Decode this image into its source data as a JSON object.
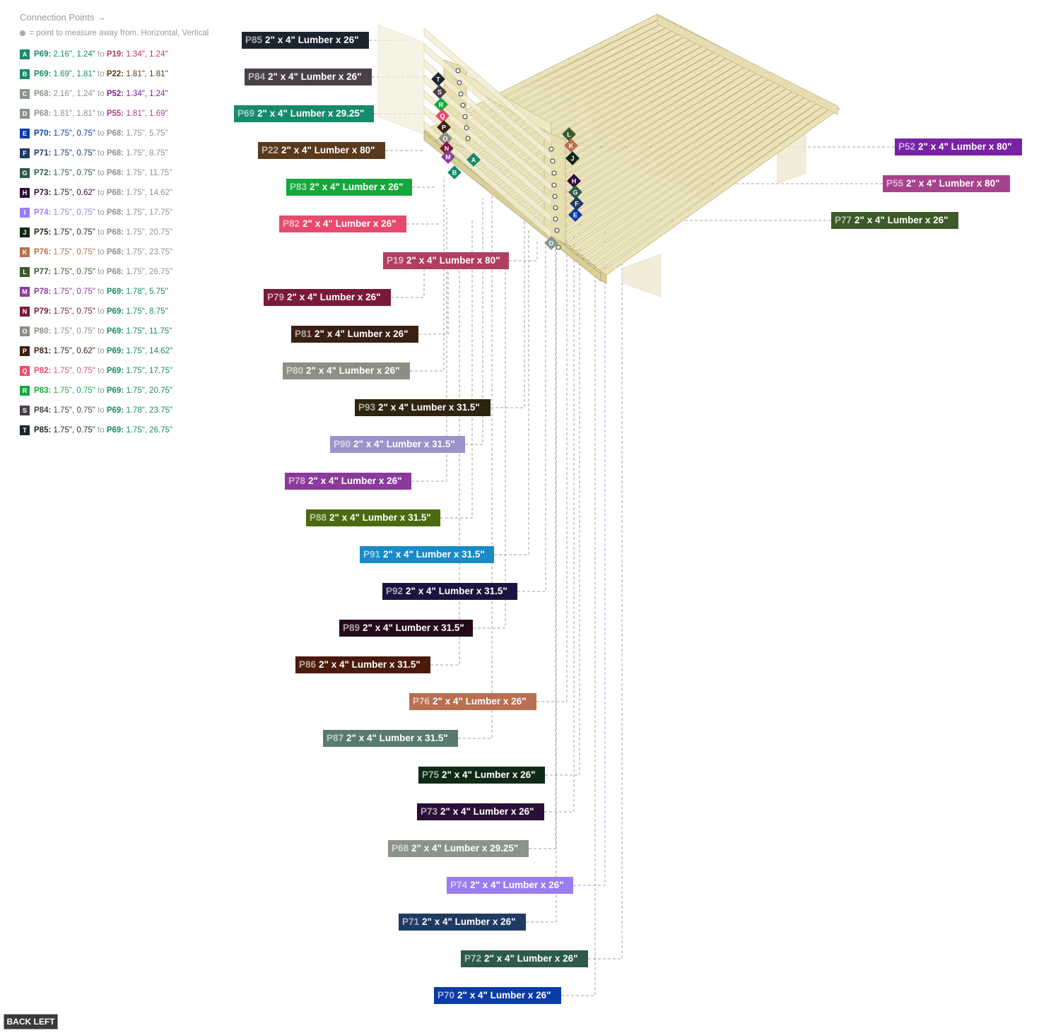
{
  "connection_points": {
    "title": "Connection Points →",
    "legend_text": " = point to measure away from. Horizontal, Vertical",
    "to_word": "to",
    "items": [
      {
        "letter": "A",
        "color": "#178a6b",
        "from_id": "P69:",
        "from_val": "2.16\", 1.24\"",
        "from_color": "#178a6b",
        "to_id": "P19:",
        "to_val": "1.34\", 1.24\"",
        "to_color": "#b03e60"
      },
      {
        "letter": "B",
        "color": "#178a6b",
        "from_id": "P69:",
        "from_val": "1.69\", 1.81\"",
        "from_color": "#178a6b",
        "to_id": "P22:",
        "to_val": "1.81\", 1.81\"",
        "to_color": "#5a3a1c"
      },
      {
        "letter": "C",
        "color": "#8a948a",
        "from_id": "P68:",
        "from_val": "2.16\", 1.24\"",
        "from_color": "#8a948a",
        "to_id": "P52:",
        "to_val": "1.34\", 1.24\"",
        "to_color": "#7a22a6"
      },
      {
        "letter": "D",
        "color": "#8a948a",
        "from_id": "P68:",
        "from_val": "1.81\", 1.81\"",
        "from_color": "#8a948a",
        "to_id": "P55:",
        "to_val": "1.81\", 1.69\"",
        "to_color": "#a8428e"
      },
      {
        "letter": "E",
        "color": "#0a3ca8",
        "from_id": "P70:",
        "from_val": "1.75\", 0.75\"",
        "from_color": "#0a3ca8",
        "to_id": "P68:",
        "to_val": "1.75\", 5.75\"",
        "to_color": "#8a948a"
      },
      {
        "letter": "F",
        "color": "#1f3a63",
        "from_id": "P71:",
        "from_val": "1.75\", 0.75\"",
        "from_color": "#1f3a63",
        "to_id": "P68:",
        "to_val": "1.75\", 8.75\"",
        "to_color": "#8a948a"
      },
      {
        "letter": "G",
        "color": "#2d5a4a",
        "from_id": "P72:",
        "from_val": "1.75\", 0.75\"",
        "from_color": "#2d5a4a",
        "to_id": "P68:",
        "to_val": "1.75\", 11.75\"",
        "to_color": "#8a948a"
      },
      {
        "letter": "H",
        "color": "#2a0f36",
        "from_id": "P73:",
        "from_val": "1.75\", 0.62\"",
        "from_color": "#2a0f36",
        "to_id": "P68:",
        "to_val": "1.75\", 14.62\"",
        "to_color": "#8a948a"
      },
      {
        "letter": "I",
        "color": "#9a7ef0",
        "from_id": "P74:",
        "from_val": "1.75\", 0.75\"",
        "from_color": "#9a7ef0",
        "to_id": "P68:",
        "to_val": "1.75\", 17.75\"",
        "to_color": "#8a948a"
      },
      {
        "letter": "J",
        "color": "#0f2a14",
        "from_id": "P75:",
        "from_val": "1.75\", 0.75\"",
        "from_color": "#0f2a14",
        "to_id": "P68:",
        "to_val": "1.75\", 20.75\"",
        "to_color": "#8a948a"
      },
      {
        "letter": "K",
        "color": "#b87050",
        "from_id": "P76:",
        "from_val": "1.75\", 0.75\"",
        "from_color": "#b87050",
        "to_id": "P68:",
        "to_val": "1.75\", 23.75\"",
        "to_color": "#8a948a"
      },
      {
        "letter": "L",
        "color": "#3d5a2a",
        "from_id": "P77:",
        "from_val": "1.75\", 0.75\"",
        "from_color": "#3d5a2a",
        "to_id": "P68:",
        "to_val": "1.75\", 26.75\"",
        "to_color": "#8a948a"
      },
      {
        "letter": "M",
        "color": "#8a3a9a",
        "from_id": "P78:",
        "from_val": "1.75\", 0.75\"",
        "from_color": "#8a3a9a",
        "to_id": "P69:",
        "to_val": "1.78\", 5.75\"",
        "to_color": "#178a6b"
      },
      {
        "letter": "N",
        "color": "#7a1a3a",
        "from_id": "P79:",
        "from_val": "1.75\", 0.75\"",
        "from_color": "#7a1a3a",
        "to_id": "P69:",
        "to_val": "1.75\", 8.75\"",
        "to_color": "#178a6b"
      },
      {
        "letter": "O",
        "color": "#8e8e86",
        "from_id": "P80:",
        "from_val": "1.75\", 0.75\"",
        "from_color": "#8e8e86",
        "to_id": "P69:",
        "to_val": "1.75\", 11.75\"",
        "to_color": "#178a6b"
      },
      {
        "letter": "P",
        "color": "#3a1f14",
        "from_id": "P81:",
        "from_val": "1.75\", 0.62\"",
        "from_color": "#3a1f14",
        "to_id": "P69:",
        "to_val": "1.75\", 14.62\"",
        "to_color": "#178a6b"
      },
      {
        "letter": "Q",
        "color": "#e84a6e",
        "from_id": "P82:",
        "from_val": "1.75\", 0.75\"",
        "from_color": "#e84a6e",
        "to_id": "P69:",
        "to_val": "1.75\", 17.75\"",
        "to_color": "#178a6b"
      },
      {
        "letter": "R",
        "color": "#14a83c",
        "from_id": "P83:",
        "from_val": "1.75\", 0.75\"",
        "from_color": "#14a83c",
        "to_id": "P69:",
        "to_val": "1.75\", 20.75\"",
        "to_color": "#178a6b"
      },
      {
        "letter": "S",
        "color": "#4a4048",
        "from_id": "P84:",
        "from_val": "1.75\", 0.75\"",
        "from_color": "#4a4048",
        "to_id": "P69:",
        "to_val": "1.78\", 23.75\"",
        "to_color": "#178a6b"
      },
      {
        "letter": "T",
        "color": "#1a2530",
        "from_id": "P85:",
        "from_val": "1.75\", 0.75\"",
        "from_color": "#1a2530",
        "to_id": "P69:",
        "to_val": "1.75\", 26.75\"",
        "to_color": "#178a6b"
      }
    ]
  },
  "parts": [
    {
      "id": "P85",
      "desc": "2\" x 4\" Lumber  x 26\"",
      "color": "#1a2530"
    },
    {
      "id": "P84",
      "desc": "2\" x 4\" Lumber  x 26\"",
      "color": "#4a4048"
    },
    {
      "id": "P69",
      "desc": "2\" x 4\" Lumber  x 29.25\"",
      "color": "#178a6b"
    },
    {
      "id": "P22",
      "desc": "2\" x 4\" Lumber  x 80\"",
      "color": "#5a3a1c"
    },
    {
      "id": "P83",
      "desc": "2\" x 4\" Lumber  x 26\"",
      "color": "#14a83c"
    },
    {
      "id": "P82",
      "desc": "2\" x 4\" Lumber  x 26\"",
      "color": "#e84a6e"
    },
    {
      "id": "P19",
      "desc": "2\" x 4\" Lumber  x 80\"",
      "color": "#b03e60"
    },
    {
      "id": "P79",
      "desc": "2\" x 4\" Lumber  x 26\"",
      "color": "#7a1a3a"
    },
    {
      "id": "P81",
      "desc": "2\" x 4\" Lumber  x 26\"",
      "color": "#3a1f14"
    },
    {
      "id": "P80",
      "desc": "2\" x 4\" Lumber  x 26\"",
      "color": "#8e8e86"
    },
    {
      "id": "P93",
      "desc": "2\" x 4\" Lumber  x 31.5\"",
      "color": "#2e2410"
    },
    {
      "id": "P90",
      "desc": "2\" x 4\" Lumber  x 31.5\"",
      "color": "#9a94c8"
    },
    {
      "id": "P78",
      "desc": "2\" x 4\" Lumber  x 26\"",
      "color": "#8a3a9a"
    },
    {
      "id": "P88",
      "desc": "2\" x 4\" Lumber  x 31.5\"",
      "color": "#4a6a10"
    },
    {
      "id": "P91",
      "desc": "2\" x 4\" Lumber  x 31.5\"",
      "color": "#1a8ac8"
    },
    {
      "id": "P92",
      "desc": "2\" x 4\" Lumber  x 31.5\"",
      "color": "#1a1440"
    },
    {
      "id": "P89",
      "desc": "2\" x 4\" Lumber  x 31.5\"",
      "color": "#240a1a"
    },
    {
      "id": "P86",
      "desc": "2\" x 4\" Lumber  x 31.5\"",
      "color": "#4a1a0a"
    },
    {
      "id": "P76",
      "desc": "2\" x 4\" Lumber  x 26\"",
      "color": "#b87050"
    },
    {
      "id": "P87",
      "desc": "2\" x 4\" Lumber  x 31.5\"",
      "color": "#5a7a70"
    },
    {
      "id": "P75",
      "desc": "2\" x 4\" Lumber  x 26\"",
      "color": "#0f2a14"
    },
    {
      "id": "P73",
      "desc": "2\" x 4\" Lumber  x 26\"",
      "color": "#2a0f36"
    },
    {
      "id": "P68",
      "desc": "2\" x 4\" Lumber  x 29.25\"",
      "color": "#8a948a"
    },
    {
      "id": "P74",
      "desc": "2\" x 4\" Lumber  x 26\"",
      "color": "#9a7ef0"
    },
    {
      "id": "P71",
      "desc": "2\" x 4\" Lumber  x 26\"",
      "color": "#1f3a63"
    },
    {
      "id": "P72",
      "desc": "2\" x 4\" Lumber  x 26\"",
      "color": "#2d5a4a"
    },
    {
      "id": "P70",
      "desc": "2\" x 4\" Lumber  x 26\"",
      "color": "#0a3ca8"
    },
    {
      "id": "P52",
      "desc": "2\" x 4\" Lumber  x 80\"",
      "color": "#7a22a6"
    },
    {
      "id": "P55",
      "desc": "2\" x 4\" Lumber  x 80\"",
      "color": "#a8428e"
    },
    {
      "id": "P77",
      "desc": "2\" x 4\" Lumber  x 26\"",
      "color": "#3d5a2a"
    }
  ],
  "buttons": {
    "back_left": "BACK LEFT"
  }
}
